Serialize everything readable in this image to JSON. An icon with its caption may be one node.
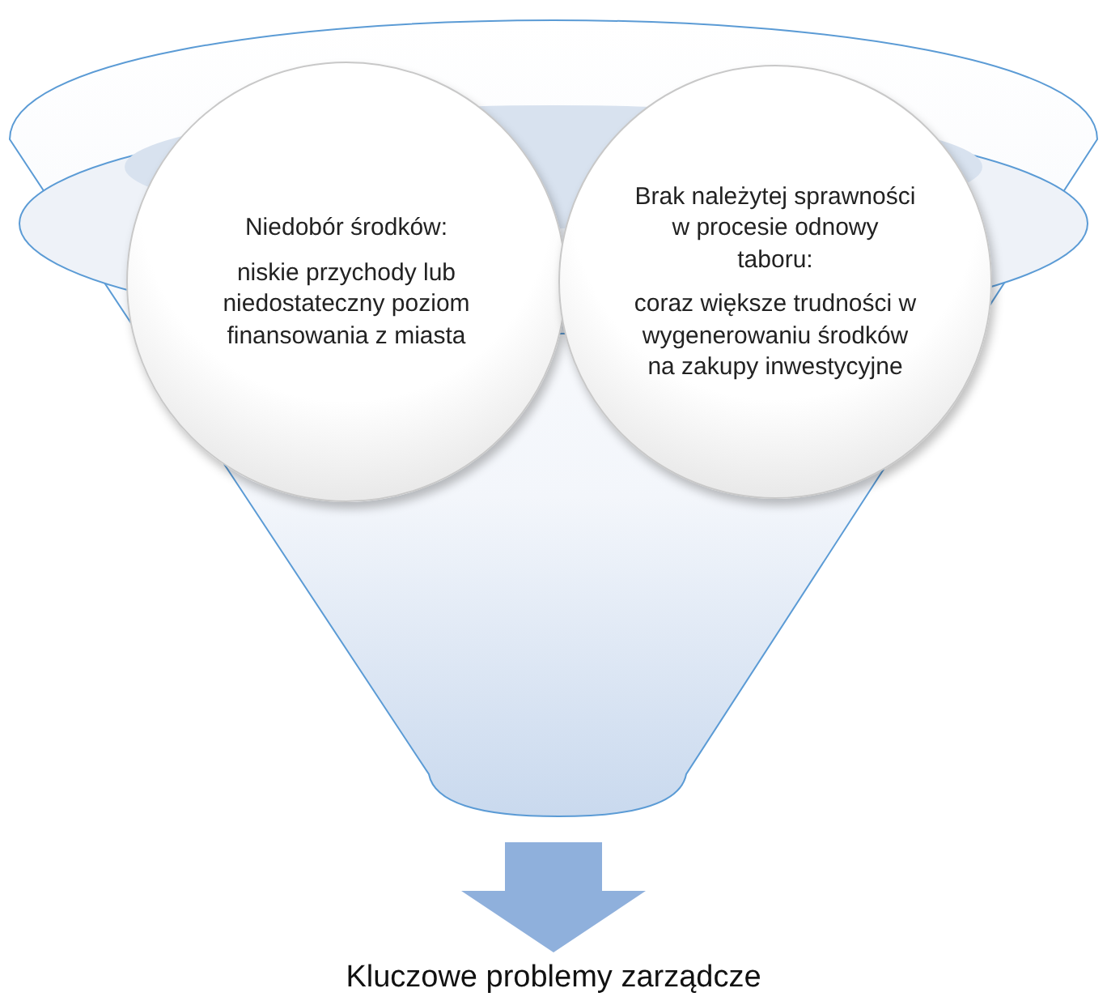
{
  "diagram": {
    "nodes": [
      {
        "text": [],
        "shape": "funnel"
      },
      {
        "text": [
          "Niedobór środków:",
          "niskie przychody lub niedostateczny poziom finansowania z miasta"
        ],
        "in": 0
      },
      {
        "text": [
          "Brak należytej sprawności w procesie odnowy taboru:",
          "coraz większe trudności w wygenerowaniu środków na zakupy inwestycyjne"
        ],
        "in": 0
      },
      {
        "text": [
          "Kluczowe problemy zarządcze"
        ]
      }
    ],
    "edges": [
      {
        "from": 0,
        "to": 3,
        "arrow": "to",
        "style": "thick"
      }
    ]
  }
}
